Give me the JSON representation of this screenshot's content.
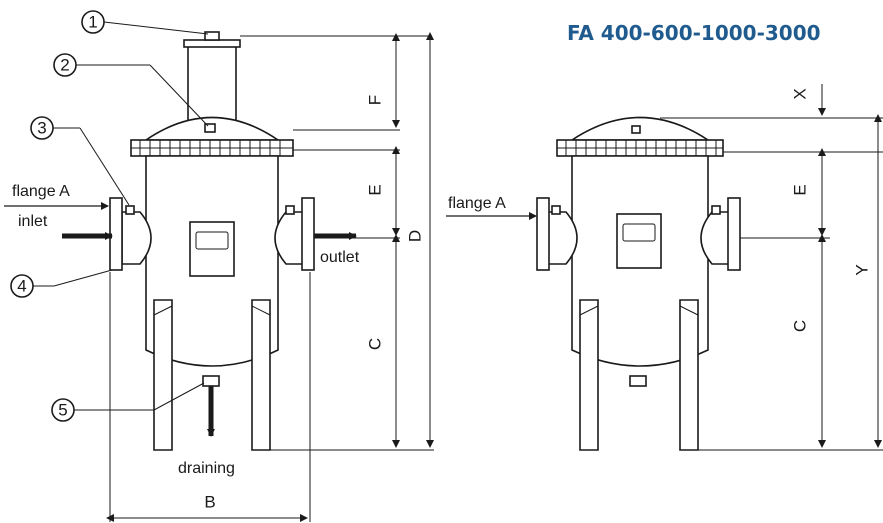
{
  "title": "FA 400-600-1000-3000",
  "labels": {
    "flange_a_left": "flange A",
    "inlet": "inlet",
    "outlet": "outlet",
    "draining": "draining",
    "flange_a_right": "flange A"
  },
  "callouts": [
    "1",
    "2",
    "3",
    "4",
    "5"
  ],
  "dimensions": {
    "b": "B",
    "c_left": "C",
    "d": "D",
    "e_left": "E",
    "f": "F",
    "x": "X",
    "y": "Y",
    "c_right": "C",
    "e_right": "E"
  }
}
